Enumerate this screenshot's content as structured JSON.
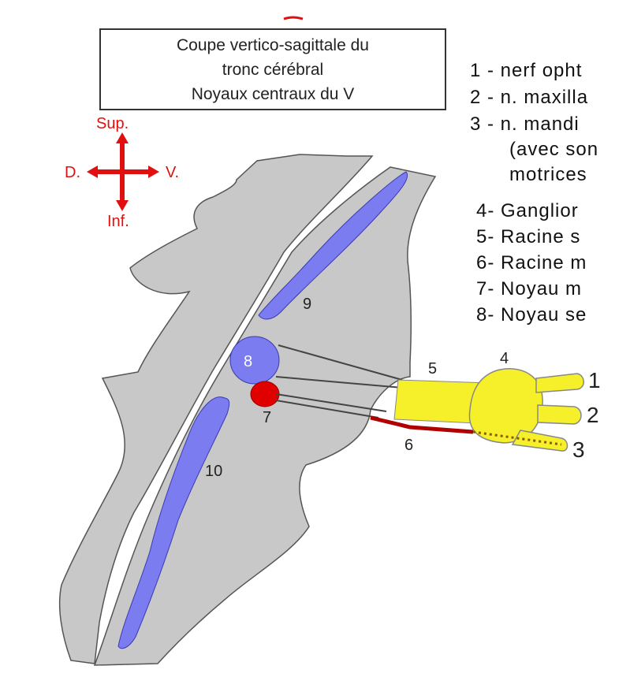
{
  "title": {
    "line1": "Coupe vertico-sagittale du",
    "line2": "tronc cérébral",
    "line3": "Noyaux centraux du V"
  },
  "orientation": {
    "sup": "Sup.",
    "inf": "Inf.",
    "dorsal": "D.",
    "ventral": "V."
  },
  "legend": [
    "1 - nerf opht",
    "2 - n. maxilla",
    "3 - n. mandi",
    "(avec son",
    "motrices",
    "4- Ganglior",
    "5- Racine s",
    "6- Racine m",
    "7- Noyau m",
    "8- Noyau se"
  ],
  "labels": {
    "n1": "1",
    "n2": "2",
    "n3": "3",
    "n4": "4",
    "n5": "5",
    "n6": "6",
    "n7": "7",
    "n8": "8",
    "n9": "9",
    "n10": "10"
  },
  "colors": {
    "brainstem": "#c8c8c8",
    "nucleus_blue": "#7b7cf0",
    "motor_red": "#e00000",
    "ganglion_yellow": "#f5f02a",
    "arrow_red": "#e01010"
  }
}
